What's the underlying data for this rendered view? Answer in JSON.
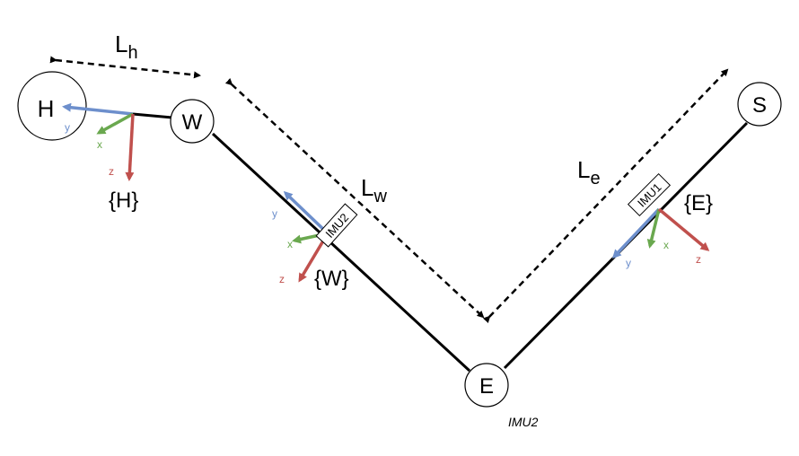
{
  "nodes": {
    "hand": "H",
    "wrist": "W",
    "elbow": "E",
    "shoulder": "S"
  },
  "lengths": {
    "hand": {
      "main": "L",
      "sub": "h"
    },
    "wrist": {
      "main": "L",
      "sub": "w"
    },
    "elbow": {
      "main": "L",
      "sub": "e"
    }
  },
  "frames": {
    "hand": "{H}",
    "wrist": "{W}",
    "elbow": "{E}"
  },
  "imus": {
    "imu1": "IMU1",
    "imu2": "IMU2"
  },
  "axes": {
    "x": "x",
    "y": "y",
    "z": "z"
  },
  "caption": "IMU2",
  "colors": {
    "x_axis": "#6aa84f",
    "y_axis": "#6d8fcc",
    "z_axis": "#c0504d",
    "link": "#000000",
    "dashed": "#000000"
  }
}
